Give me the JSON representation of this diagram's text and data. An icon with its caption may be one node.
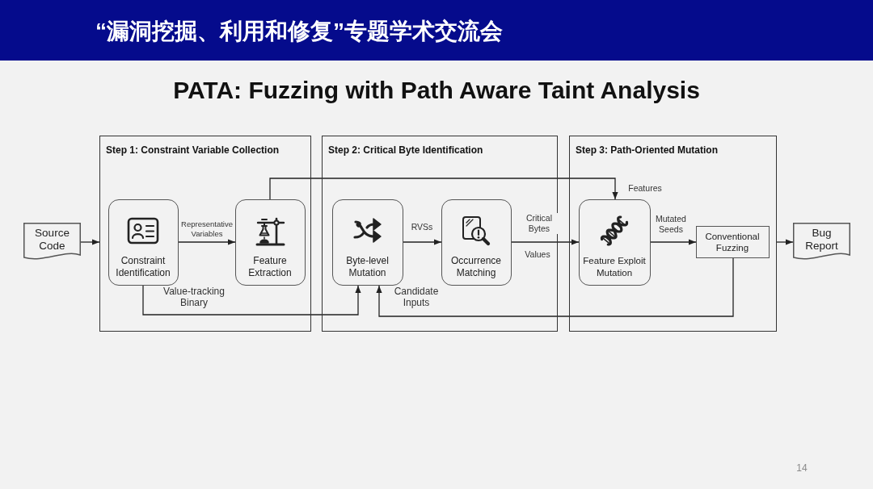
{
  "diagram": {
    "title": "PATA: Fuzzing with Path Aware Taint Analysis",
    "nodes": [
      {
        "text": [
          "Source Code"
        ]
      },
      {
        "text": [
          "Step 1: Constraint Variable Collection"
        ]
      },
      {
        "text": [
          "Constraint Identification"
        ],
        "in": 1
      },
      {
        "text": [
          "Feature Extraction"
        ],
        "in": 1
      },
      {
        "text": [
          "Step 2: Critical Byte Identification"
        ]
      },
      {
        "text": [
          "Byte-level Mutation"
        ],
        "in": 4
      },
      {
        "text": [
          "Occurrence Matching"
        ],
        "in": 4
      },
      {
        "text": [
          "Step 3: Path-Oriented Mutation"
        ]
      },
      {
        "text": [
          "Feature Exploit Mutation"
        ],
        "in": 7
      },
      {
        "text": [
          "Conventional Fuzzing"
        ],
        "in": 7
      },
      {
        "text": [
          "Bug Report"
        ]
      }
    ],
    "edges": [
      {
        "from": 0,
        "to": 1,
        "arrow": "to"
      },
      {
        "from": 2,
        "to": 3,
        "arrow": "to",
        "label": "Representative Variables"
      },
      {
        "from": 2,
        "to": 5,
        "arrow": "to",
        "label": "Value-tracking Binary"
      },
      {
        "from": 3,
        "to": 8,
        "arrow": "to",
        "label": "Features"
      },
      {
        "from": 5,
        "to": 6,
        "arrow": "to",
        "label": "RVSs"
      },
      {
        "from": 6,
        "to": 8,
        "arrow": "to",
        "label": "Critical Bytes"
      },
      {
        "from": 8,
        "to": 9,
        "arrow": "to",
        "label": "Mutated Seeds"
      },
      {
        "from": 9,
        "to": 5,
        "arrow": "to",
        "label": "Candidate Inputs"
      },
      {
        "from": 7,
        "to": 10,
        "arrow": "to"
      }
    ],
    "labels": [
      "“漏洞挖掘、利用和修复”专题学术交流会",
      "Values",
      "14"
    ]
  }
}
